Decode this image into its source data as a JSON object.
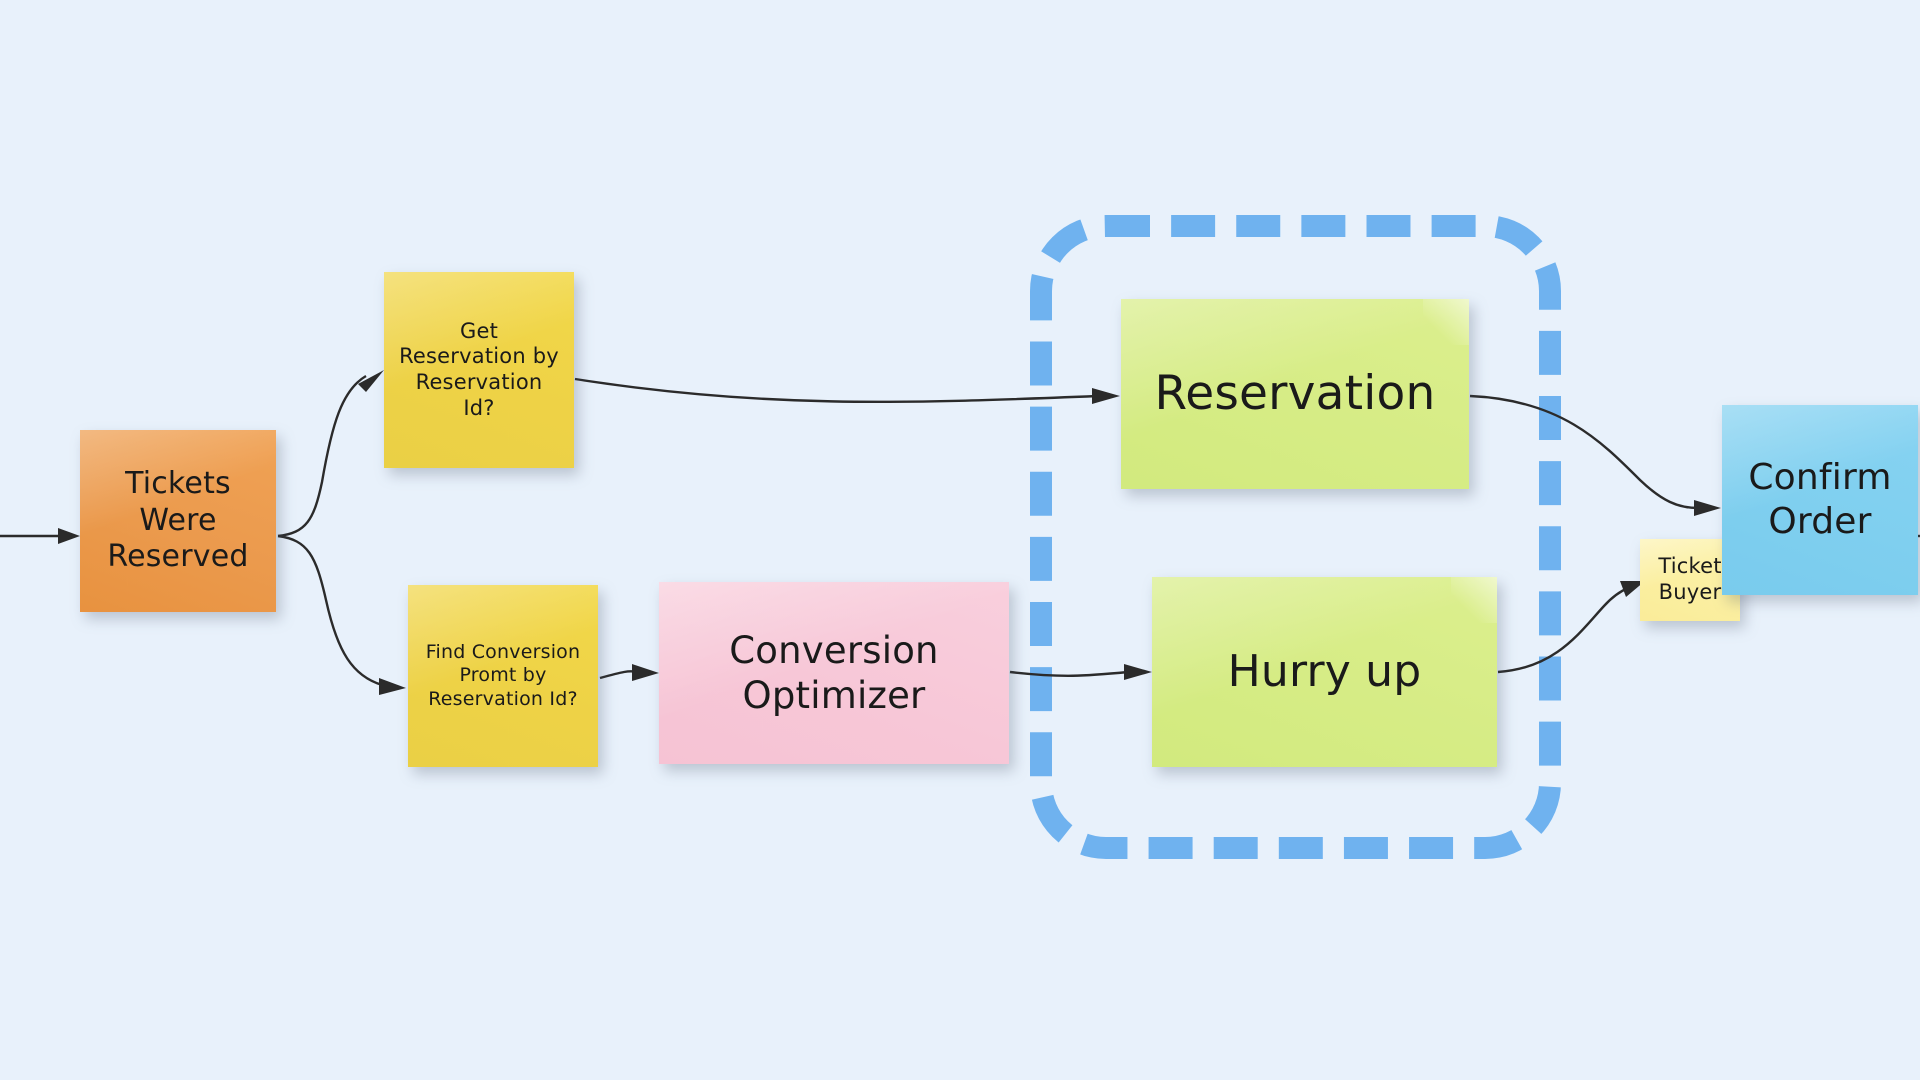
{
  "board": {
    "background_color": "#e8f1fb",
    "title": "Reservation flow sticky-note board"
  },
  "palette": {
    "orange": "#eb9a4d",
    "yellow": "#eed246",
    "pink": "#f7c7d7",
    "green": "#d6ec85",
    "pale_gold": "#fbefa1",
    "blue": "#7fcfef",
    "boundary_blue": "#6fb2ef",
    "arrow": "#2b2b2b",
    "text": "#1a1a1a"
  },
  "notes": {
    "tickets_were_reserved": {
      "label": "Tickets\nWere\nReserved",
      "color": "orange",
      "kind": "event"
    },
    "get_reservation": {
      "label": "Get\nReservation by\nReservation\nId?",
      "color": "yellow",
      "kind": "question"
    },
    "find_conversion": {
      "label": "Find Conversion\nPromt by\nReservation Id?",
      "color": "yellow",
      "kind": "question"
    },
    "conversion_optimizer": {
      "label": "Conversion\nOptimizer",
      "color": "pink",
      "kind": "policy"
    },
    "reservation": {
      "label": "Reservation",
      "color": "green",
      "kind": "read-model"
    },
    "hurry_up": {
      "label": "Hurry up",
      "color": "green",
      "kind": "read-model"
    },
    "ticket_buyer": {
      "label": "Ticket\nBuyer",
      "color": "pale_gold",
      "kind": "actor"
    },
    "confirm_order": {
      "label": "Confirm\nOrder",
      "color": "blue",
      "kind": "command"
    }
  },
  "boundary": {
    "label": "",
    "style": "dashed",
    "color": "#6fb2ef"
  },
  "connections": [
    {
      "from": "offscreen-left",
      "to": "tickets_were_reserved"
    },
    {
      "from": "tickets_were_reserved",
      "to": "get_reservation"
    },
    {
      "from": "tickets_were_reserved",
      "to": "find_conversion"
    },
    {
      "from": "get_reservation",
      "to": "reservation"
    },
    {
      "from": "find_conversion",
      "to": "conversion_optimizer"
    },
    {
      "from": "conversion_optimizer",
      "to": "hurry_up"
    },
    {
      "from": "reservation",
      "to": "confirm_order"
    },
    {
      "from": "hurry_up",
      "to": "ticket_buyer"
    },
    {
      "from": "confirm_order",
      "to": "offscreen-right"
    }
  ]
}
